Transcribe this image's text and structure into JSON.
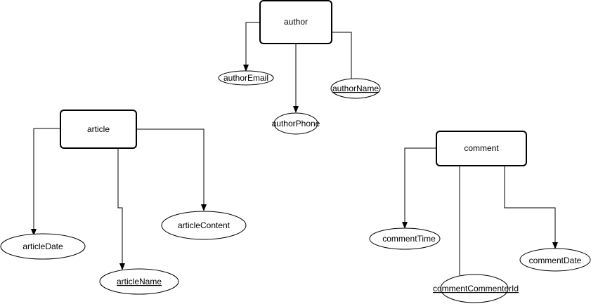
{
  "entities": {
    "author": "author",
    "article": "article",
    "comment": "comment"
  },
  "attributes": {
    "author_email": "authorEmail",
    "author_phone": "authorPhone",
    "author_name": "authorName",
    "article_date": "articleDate",
    "article_name": "articleName",
    "article_content": "articleContent",
    "comment_time": "commentTime",
    "comment_commenter_id": "commentCommenterId",
    "comment_date": "commentDate"
  },
  "key_attributes": [
    "authorName",
    "articleName",
    "commentCommenterId"
  ],
  "colors": {
    "stroke": "#000000",
    "fill": "#ffffff",
    "text": "#000000"
  }
}
